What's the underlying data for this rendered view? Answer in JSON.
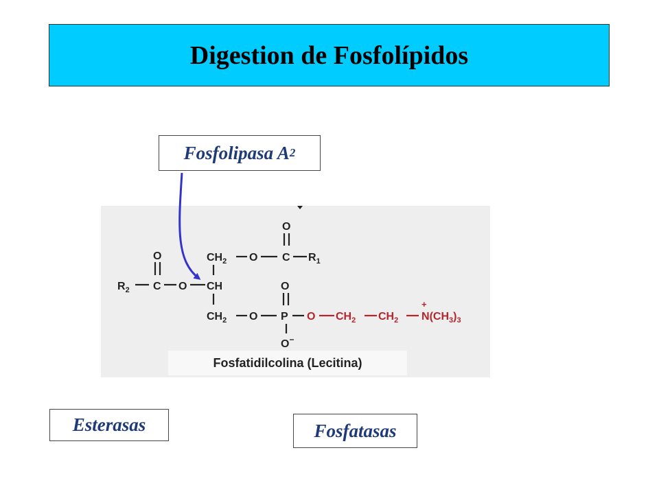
{
  "slide": {
    "title": "Digestion de Fosfolípidos",
    "enzyme_pla2_main": "Fosfolipasa A",
    "enzyme_pla2_sub": "2",
    "enzyme_esterasas": "Esterasas",
    "enzyme_fosfatasas": "Fosfatasas"
  },
  "molecule": {
    "caption": "Fosfatidilcolina (Lecitina)",
    "atoms": {
      "O": "O",
      "C": "C",
      "P": "P",
      "ch2": "CH",
      "ch": "CH",
      "sub2": "2",
      "sub1": "1",
      "sub3": "3",
      "R": "R",
      "N": "N",
      "ch3_open": "(CH",
      "ch3_close": ")",
      "minus": "−",
      "plus": "+"
    }
  },
  "colors": {
    "title_bg": "#00ccff",
    "label_text": "#1f3a78",
    "arrow": "#3333cc",
    "choline": "#b3262d"
  }
}
